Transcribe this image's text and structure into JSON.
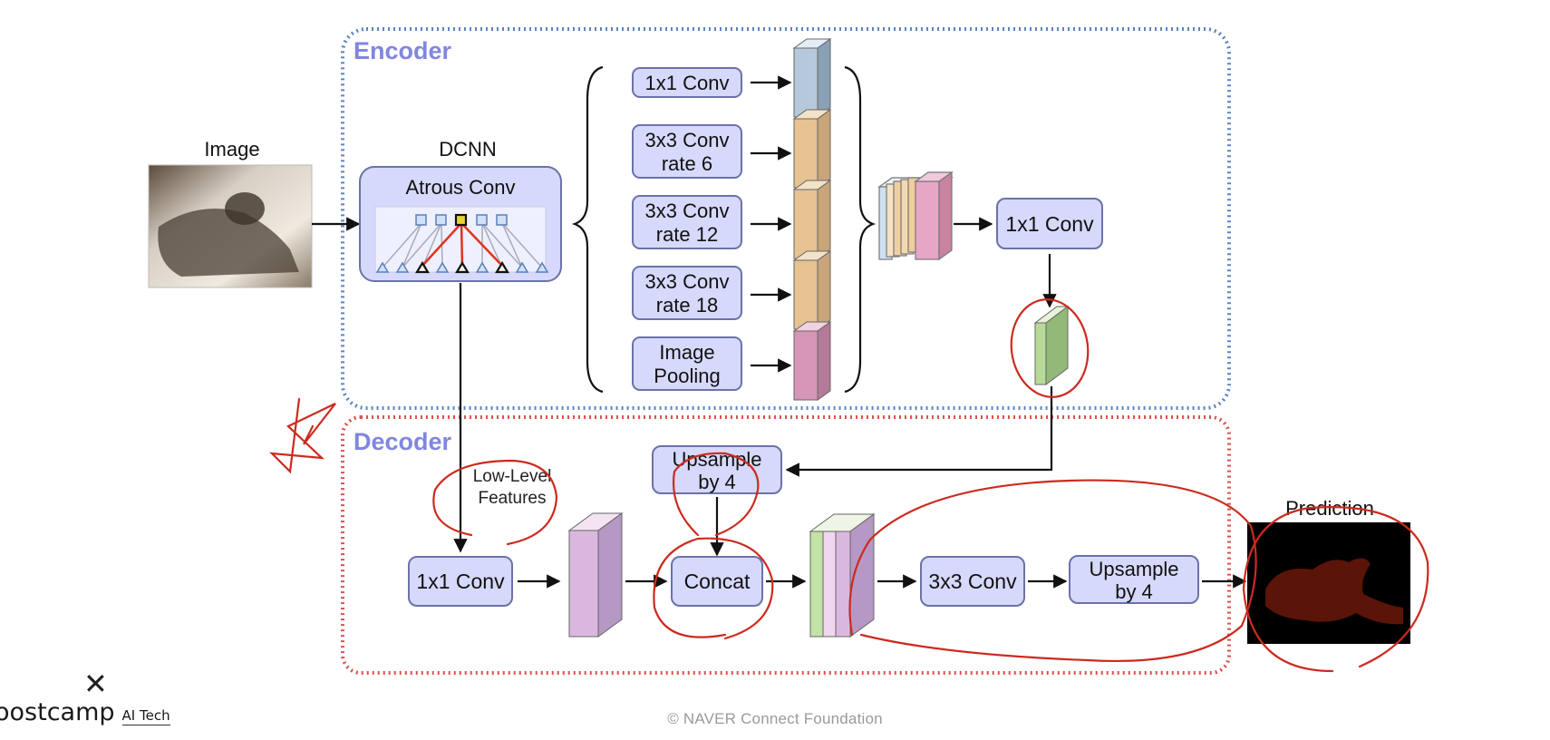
{
  "encoder": {
    "title": "Encoder"
  },
  "decoder": {
    "title": "Decoder"
  },
  "image_label": "Image",
  "dcnn": {
    "label": "DCNN",
    "title": "Atrous Conv"
  },
  "aspp": {
    "conv1x1": "1x1 Conv",
    "conv3x3_r6": [
      "3x3 Conv",
      "rate 6"
    ],
    "conv3x3_r12": [
      "3x3 Conv",
      "rate 12"
    ],
    "conv3x3_r18": [
      "3x3 Conv",
      "rate 18"
    ],
    "pooling": [
      "Image",
      "Pooling"
    ]
  },
  "encoder_out_conv": "1x1 Conv",
  "low_level_features": [
    "Low-Level",
    "Features"
  ],
  "decoder_blocks": {
    "upsample_top": [
      "Upsample",
      "by 4"
    ],
    "conv1x1": "1x1 Conv",
    "concat": "Concat",
    "conv3x3": "3x3 Conv",
    "upsample_right": [
      "Upsample",
      "by 4"
    ]
  },
  "prediction_label": "Prediction",
  "colors": {
    "encoder_border": "#5b84c4",
    "decoder_border": "#d9534f",
    "title": "#8086e0",
    "block_fill": "#d6d9fb",
    "block_stroke": "#6b72a8",
    "annotation": "#cc2a1e"
  },
  "footer": {
    "copyright": "© NAVER Connect Foundation"
  },
  "logo": {
    "brand": "oostcamp",
    "sub": "AI Tech",
    "mark": "✕"
  }
}
